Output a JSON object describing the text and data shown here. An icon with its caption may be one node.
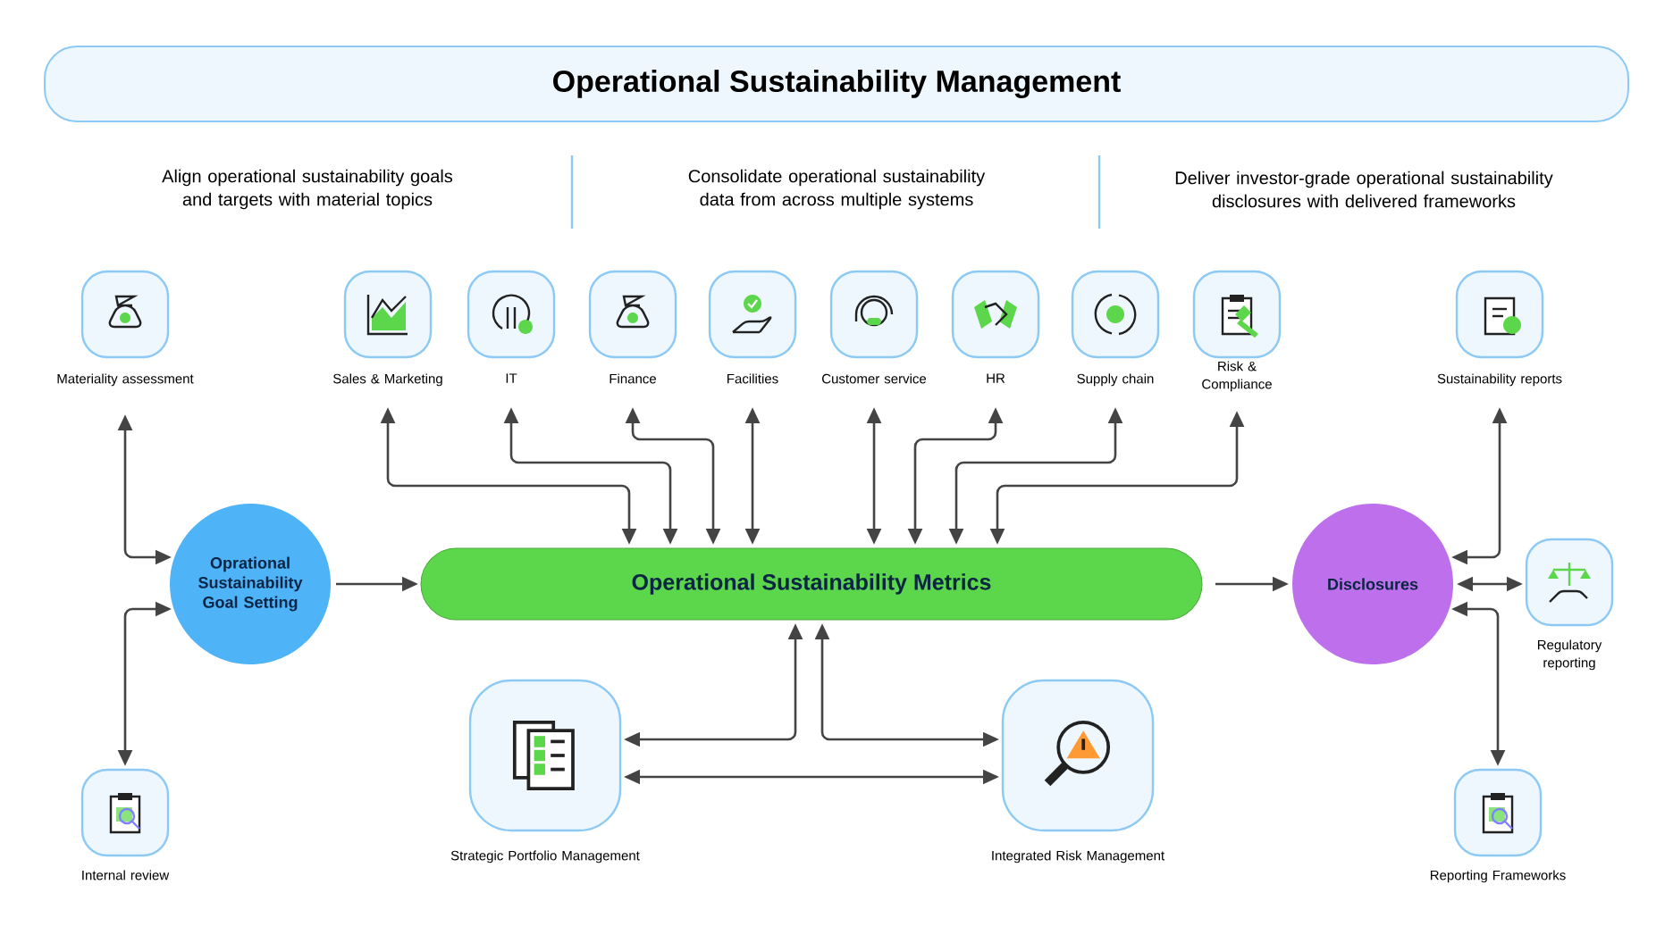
{
  "diagram": {
    "title": "Operational Sustainability Management",
    "nodes": [
      {
        "text": [
          "Materiality assessment"
        ]
      },
      {
        "text": [
          "Sales & Marketing"
        ]
      },
      {
        "text": [
          "IT"
        ]
      },
      {
        "text": [
          "Finance"
        ]
      },
      {
        "text": [
          "Facilities"
        ]
      },
      {
        "text": [
          "Customer service"
        ]
      },
      {
        "text": [
          "HR"
        ]
      },
      {
        "text": [
          "Supply chain"
        ]
      },
      {
        "text": [
          "Risk & Compliance"
        ]
      },
      {
        "text": [
          "Sustainability reports"
        ]
      },
      {
        "text": [
          "Oprational Sustainability Goal Setting"
        ]
      },
      {
        "text": [
          "Operational Sustainability Metrics"
        ]
      },
      {
        "text": [
          "Disclosures"
        ]
      },
      {
        "text": [
          "Regulatory reporting"
        ]
      },
      {
        "text": [
          "Internal review"
        ]
      },
      {
        "text": [
          "Strategic Portfolio Management"
        ]
      },
      {
        "text": [
          "Integrated Risk Management"
        ]
      },
      {
        "text": [
          "Reporting Frameworks"
        ]
      }
    ],
    "edges": [
      {
        "from": 0,
        "to": 10,
        "arrow": "both"
      },
      {
        "from": 14,
        "to": 10,
        "arrow": "both"
      },
      {
        "from": 10,
        "to": 11,
        "arrow": "to"
      },
      {
        "from": 1,
        "to": 11,
        "arrow": "both"
      },
      {
        "from": 2,
        "to": 11,
        "arrow": "both"
      },
      {
        "from": 3,
        "to": 11,
        "arrow": "both"
      },
      {
        "from": 4,
        "to": 11,
        "arrow": "both"
      },
      {
        "from": 5,
        "to": 11,
        "arrow": "both"
      },
      {
        "from": 6,
        "to": 11,
        "arrow": "both"
      },
      {
        "from": 7,
        "to": 11,
        "arrow": "both"
      },
      {
        "from": 8,
        "to": 11,
        "arrow": "both"
      },
      {
        "from": 11,
        "to": 12,
        "arrow": "to"
      },
      {
        "from": 9,
        "to": 12,
        "arrow": "both"
      },
      {
        "from": 13,
        "to": 12,
        "arrow": "both"
      },
      {
        "from": 17,
        "to": 12,
        "arrow": "both"
      },
      {
        "from": 15,
        "to": 11,
        "arrow": "both"
      },
      {
        "from": 11,
        "to": 16,
        "arrow": "both"
      },
      {
        "from": 15,
        "to": 16,
        "arrow": "both"
      }
    ],
    "labels": [
      "Align operational sustainability goals and targets with material topics",
      "Consolidate operational sustainability data from across multiple systems",
      "Deliver investor-grade operational sustainability disclosures with delivered frameworks"
    ]
  }
}
